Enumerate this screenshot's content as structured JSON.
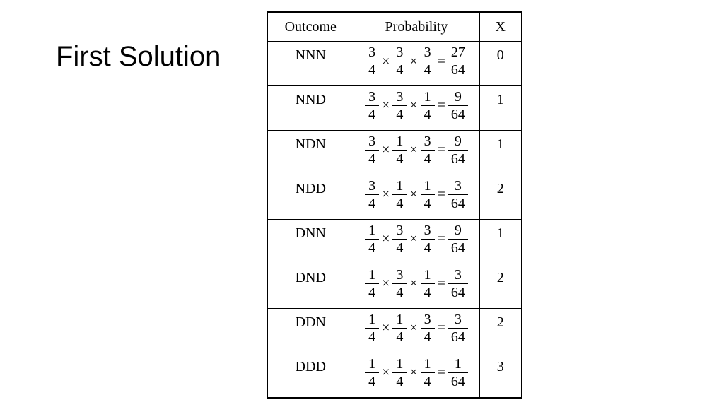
{
  "slide": {
    "title": "First Solution"
  },
  "table": {
    "headers": {
      "outcome": "Outcome",
      "probability": "Probability",
      "x": "X"
    },
    "symbols": {
      "times": "×",
      "equals": "="
    },
    "rows": [
      {
        "outcome": "NNN",
        "f1n": "3",
        "f1d": "4",
        "f2n": "3",
        "f2d": "4",
        "f3n": "3",
        "f3d": "4",
        "rn": "27",
        "rd": "64",
        "x": "0"
      },
      {
        "outcome": "NND",
        "f1n": "3",
        "f1d": "4",
        "f2n": "3",
        "f2d": "4",
        "f3n": "1",
        "f3d": "4",
        "rn": "9",
        "rd": "64",
        "x": "1"
      },
      {
        "outcome": "NDN",
        "f1n": "3",
        "f1d": "4",
        "f2n": "1",
        "f2d": "4",
        "f3n": "3",
        "f3d": "4",
        "rn": "9",
        "rd": "64",
        "x": "1"
      },
      {
        "outcome": "NDD",
        "f1n": "3",
        "f1d": "4",
        "f2n": "1",
        "f2d": "4",
        "f3n": "1",
        "f3d": "4",
        "rn": "3",
        "rd": "64",
        "x": "2"
      },
      {
        "outcome": "DNN",
        "f1n": "1",
        "f1d": "4",
        "f2n": "3",
        "f2d": "4",
        "f3n": "3",
        "f3d": "4",
        "rn": "9",
        "rd": "64",
        "x": "1"
      },
      {
        "outcome": "DND",
        "f1n": "1",
        "f1d": "4",
        "f2n": "3",
        "f2d": "4",
        "f3n": "1",
        "f3d": "4",
        "rn": "3",
        "rd": "64",
        "x": "2"
      },
      {
        "outcome": "DDN",
        "f1n": "1",
        "f1d": "4",
        "f2n": "1",
        "f2d": "4",
        "f3n": "3",
        "f3d": "4",
        "rn": "3",
        "rd": "64",
        "x": "2"
      },
      {
        "outcome": "DDD",
        "f1n": "1",
        "f1d": "4",
        "f2n": "1",
        "f2d": "4",
        "f3n": "1",
        "f3d": "4",
        "rn": "1",
        "rd": "64",
        "x": "3"
      }
    ]
  }
}
